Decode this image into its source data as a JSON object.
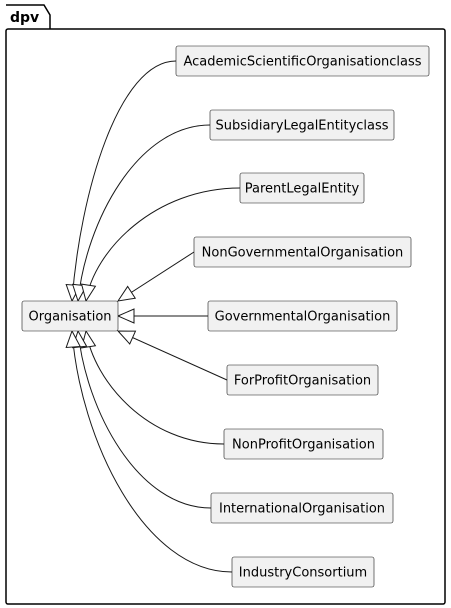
{
  "package": {
    "label": "dpv"
  },
  "parent": {
    "label": "Organisation"
  },
  "children": [
    {
      "label": "AcademicScientificOrganisationclass"
    },
    {
      "label": "SubsidiaryLegalEntityclass"
    },
    {
      "label": "ParentLegalEntity"
    },
    {
      "label": "NonGovernmentalOrganisation"
    },
    {
      "label": "GovernmentalOrganisation"
    },
    {
      "label": "ForProfitOrganisation"
    },
    {
      "label": "NonProfitOrganisation"
    },
    {
      "label": "InternationalOrganisation"
    },
    {
      "label": "IndustryConsortium"
    }
  ]
}
